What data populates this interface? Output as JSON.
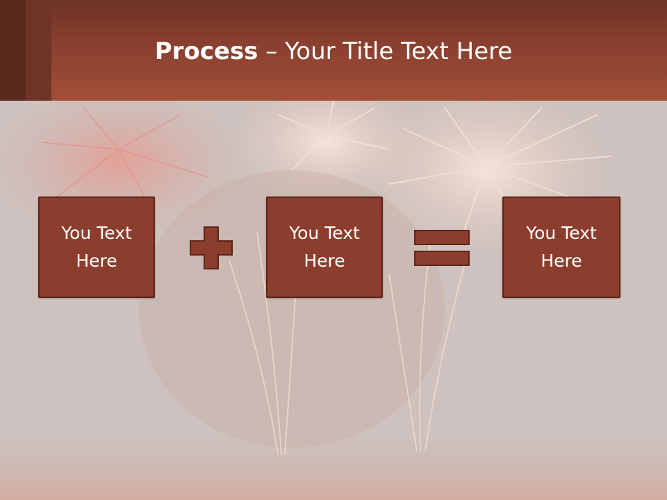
{
  "title": {
    "bold": "Process",
    "rest": " – Your Title Text Here"
  },
  "boxes": [
    {
      "label": "You Text Here"
    },
    {
      "label": "You Text Here"
    },
    {
      "label": "You Text Here"
    }
  ],
  "operators": [
    "plus-icon",
    "equals-icon"
  ],
  "colors": {
    "header": "#a24f37",
    "header_dark": "#5a2a1f",
    "box_fill": "#8b3e2d",
    "box_border": "#5e2419",
    "background": "#cdc2bf"
  }
}
